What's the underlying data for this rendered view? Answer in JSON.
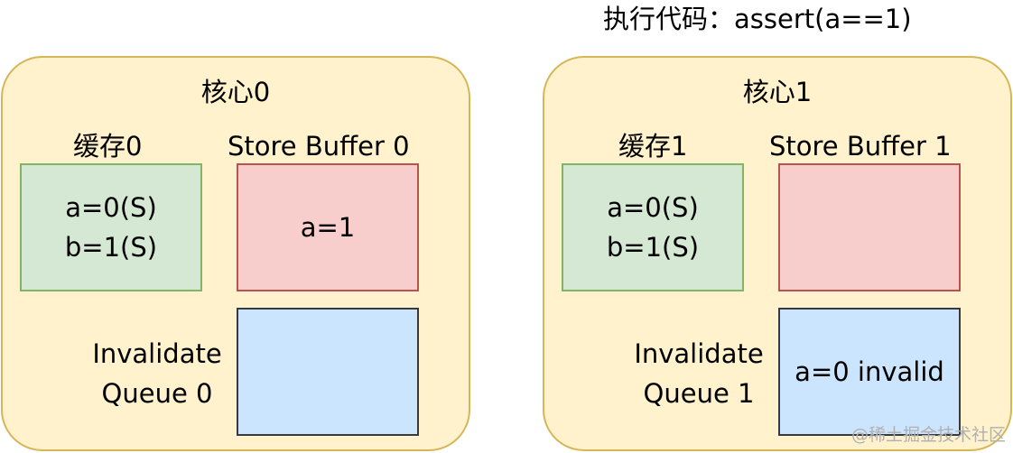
{
  "header": {
    "code_label": "执行代码：assert(a==1)"
  },
  "cores": [
    {
      "title": "核心0",
      "cache_label": "缓存0",
      "cache_lines": [
        "a=0(S)",
        "b=1(S)"
      ],
      "store_buffer_label": "Store Buffer 0",
      "store_buffer_content": "a=1",
      "invalidate_queue_label_line1": "Invalidate",
      "invalidate_queue_label_line2": "Queue 0",
      "invalidate_queue_content": ""
    },
    {
      "title": "核心1",
      "cache_label": "缓存1",
      "cache_lines": [
        "a=0(S)",
        "b=1(S)"
      ],
      "store_buffer_label": "Store Buffer 1",
      "store_buffer_content": "",
      "invalidate_queue_label_line1": "Invalidate",
      "invalidate_queue_label_line2": "Queue 1",
      "invalidate_queue_content": "a=0 invalid"
    }
  ],
  "watermark": "@稀土掘金技术社区",
  "colors": {
    "core_fill": "#fff2cc",
    "core_stroke": "#d6b656",
    "cache_fill": "#d5e8d4",
    "cache_stroke": "#82b366",
    "store_buffer_fill": "#f8cecc",
    "store_buffer_stroke": "#b85450",
    "invalidate_queue_fill": "#cce5ff",
    "invalidate_queue_stroke": "#36393d"
  }
}
